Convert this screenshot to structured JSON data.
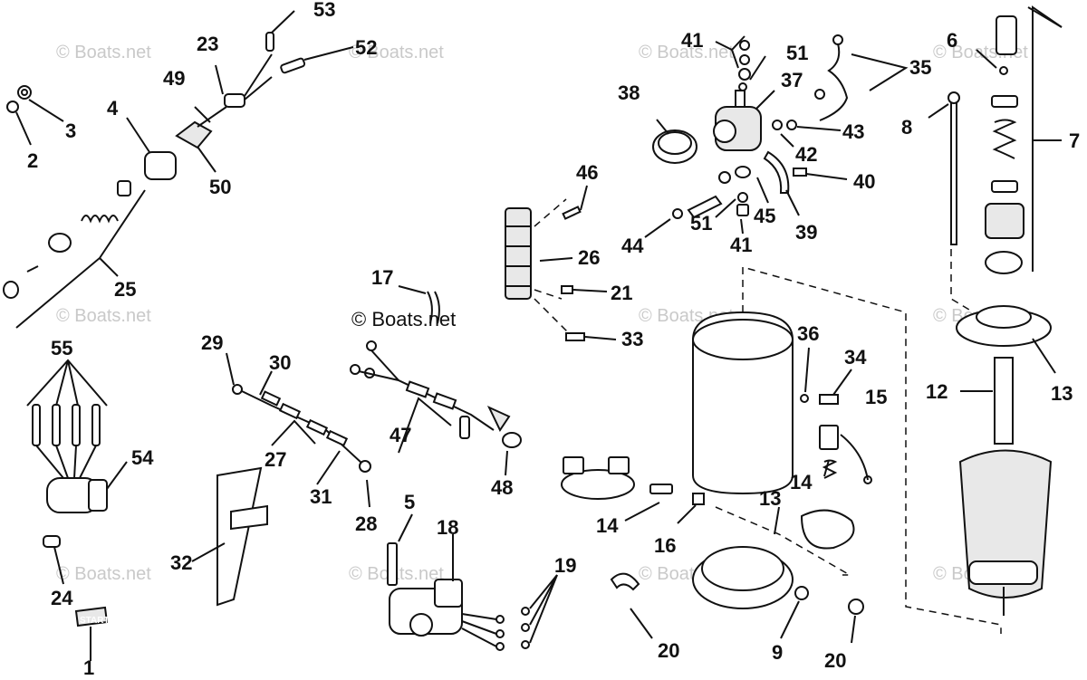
{
  "watermark": "© Boats.net",
  "copyright": "© Boats.net",
  "start_badge": "START",
  "labels": {
    "l1": "1",
    "l2": "2",
    "l3": "3",
    "l4": "4",
    "l5": "5",
    "l6": "6",
    "l7": "7",
    "l8": "8",
    "l9": "9",
    "l12": "12",
    "l13a": "13",
    "l13b": "13",
    "l14a": "14",
    "l14b": "14",
    "l15": "15",
    "l16": "16",
    "l17": "17",
    "l18": "18",
    "l19": "19",
    "l20a": "20",
    "l20b": "20",
    "l21": "21",
    "l23": "23",
    "l24": "24",
    "l25": "25",
    "l26": "26",
    "l27": "27",
    "l28": "28",
    "l29": "29",
    "l30": "30",
    "l31": "31",
    "l32": "32",
    "l33": "33",
    "l34": "34",
    "l35": "35",
    "l36": "36",
    "l37": "37",
    "l38": "38",
    "l39": "39",
    "l40": "40",
    "l41a": "41",
    "l41b": "41",
    "l42": "42",
    "l43": "43",
    "l44": "44",
    "l45": "45",
    "l46": "46",
    "l47": "47",
    "l48": "48",
    "l49": "49",
    "l50": "50",
    "l51a": "51",
    "l51b": "51",
    "l52": "52",
    "l53": "53",
    "l54": "54",
    "l55": "55"
  }
}
